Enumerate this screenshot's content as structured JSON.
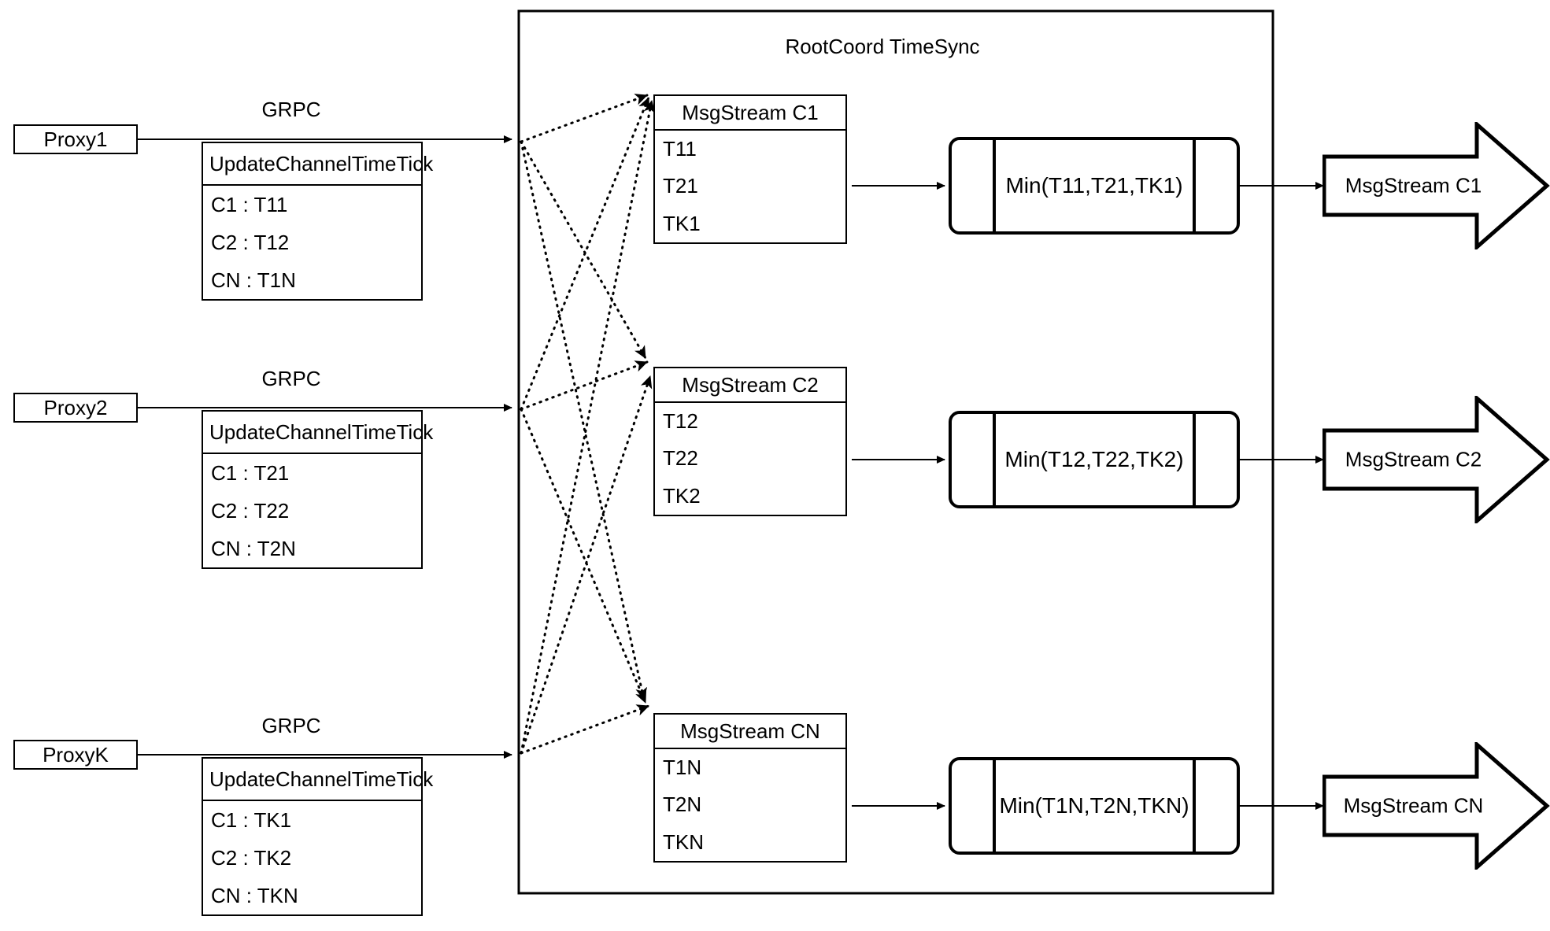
{
  "diagram": {
    "title": "RootCoord TimeSync",
    "container_label": "RootCoord TimeSync",
    "edge_label_grpc": "GRPC"
  },
  "proxies": [
    {
      "id": "proxy1",
      "name": "Proxy1",
      "grpc_label": "GRPC",
      "request": {
        "title": "UpdateChannelTimeTick",
        "rows": [
          "C1 :  T11",
          "C2 :  T12",
          "CN : T1N"
        ]
      }
    },
    {
      "id": "proxy2",
      "name": "Proxy2",
      "grpc_label": "GRPC",
      "request": {
        "title": "UpdateChannelTimeTick",
        "rows": [
          "C1 :  T21",
          "C2 :  T22",
          "CN : T2N"
        ]
      }
    },
    {
      "id": "proxyk",
      "name": "ProxyK",
      "grpc_label": "GRPC",
      "request": {
        "title": "UpdateChannelTimeTick",
        "rows": [
          "C1 :  TK1",
          "C2 :  TK2",
          "CN : TKN"
        ]
      }
    }
  ],
  "channels": [
    {
      "id": "c1",
      "msgstream": {
        "title": "MsgStream C1",
        "rows": [
          "T11",
          "T21",
          "TK1"
        ]
      },
      "min_op": "Min(T11,T21,TK1)",
      "output": "MsgStream C1"
    },
    {
      "id": "c2",
      "msgstream": {
        "title": "MsgStream C2",
        "rows": [
          "T12",
          "T22",
          "TK2"
        ]
      },
      "min_op": "Min(T12,T22,TK2)",
      "output": "MsgStream C2"
    },
    {
      "id": "cn",
      "msgstream": {
        "title": "MsgStream CN",
        "rows": [
          "T1N",
          "T2N",
          "TKN"
        ]
      },
      "min_op": "Min(T1N,T2N,TKN)",
      "output": "MsgStream CN"
    }
  ],
  "colors": {
    "stroke": "#000000",
    "background": "#ffffff"
  }
}
